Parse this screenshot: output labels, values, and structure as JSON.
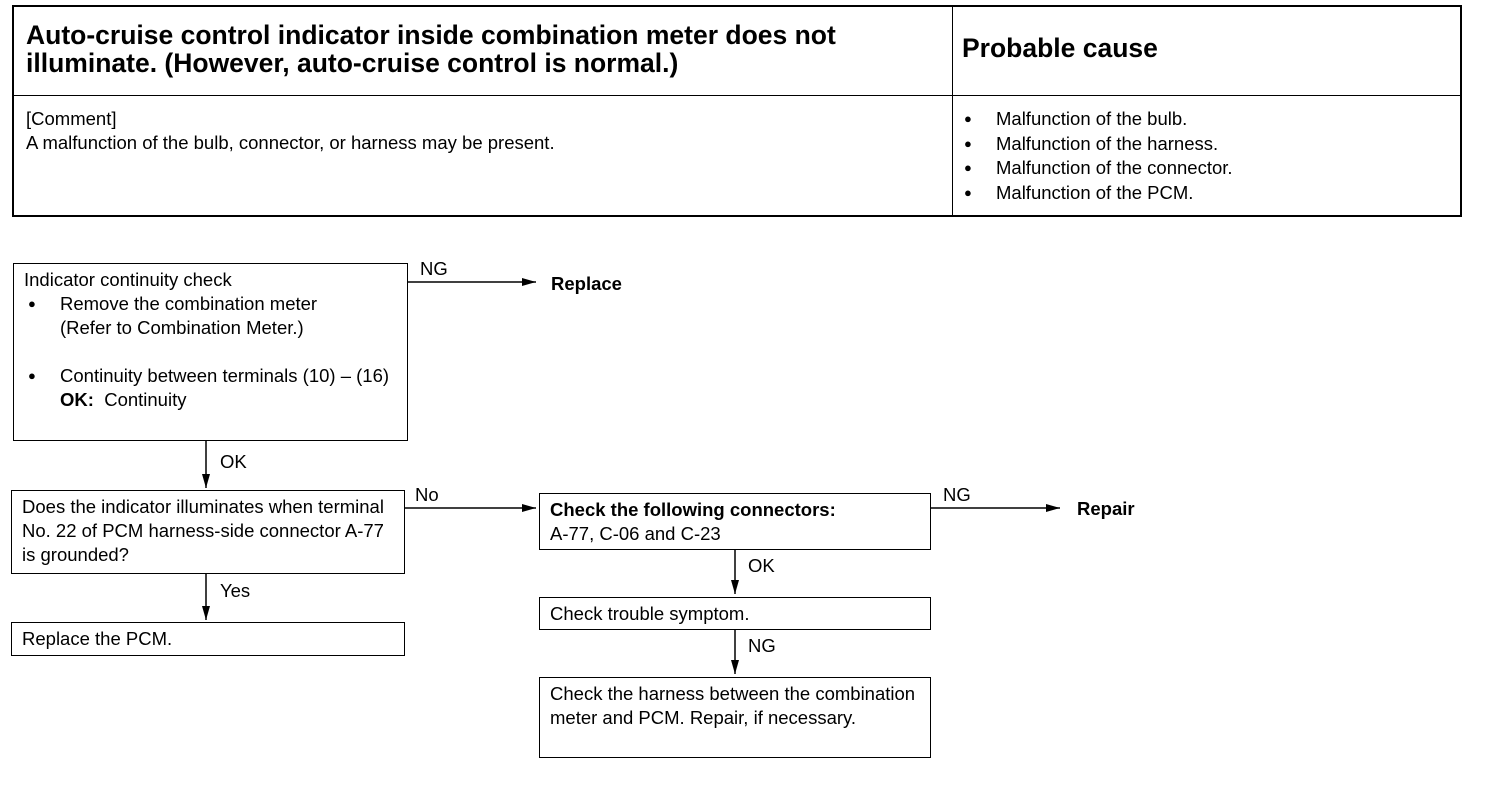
{
  "table": {
    "title": "Auto-cruise control indicator inside combination meter does not illuminate.  (However, auto-cruise control is normal.)",
    "cause_header": "Probable cause",
    "comment_label": "[Comment]",
    "comment_text": "A malfunction of the bulb, connector, or harness may be present.",
    "causes": [
      "Malfunction of the bulb.",
      "Malfunction of the harness.",
      "Malfunction of the connector.",
      "Malfunction of the PCM."
    ]
  },
  "flow": {
    "continuity": {
      "title": "Indicator continuity check",
      "step1": "Remove the combination meter",
      "step1_note": "(Refer to Combination Meter.)",
      "step2": "Continuity between terminals (10) – (16)",
      "ok_label": "OK:",
      "ok_value": "Continuity"
    },
    "replace": "Replace",
    "question": "Does the indicator illuminates when terminal No. 22 of PCM harness-side connector A-77 is grounded?",
    "replace_pcm": "Replace the PCM.",
    "check_connectors_title": "Check the following connectors:",
    "check_connectors_list": "A-77, C-06 and C-23",
    "repair": "Repair",
    "check_symptom": "Check trouble symptom.",
    "check_harness": "Check the harness between the combination meter and PCM. Repair, if  necessary.",
    "labels": {
      "ng": "NG",
      "ok": "OK",
      "no": "No",
      "yes": "Yes"
    }
  }
}
